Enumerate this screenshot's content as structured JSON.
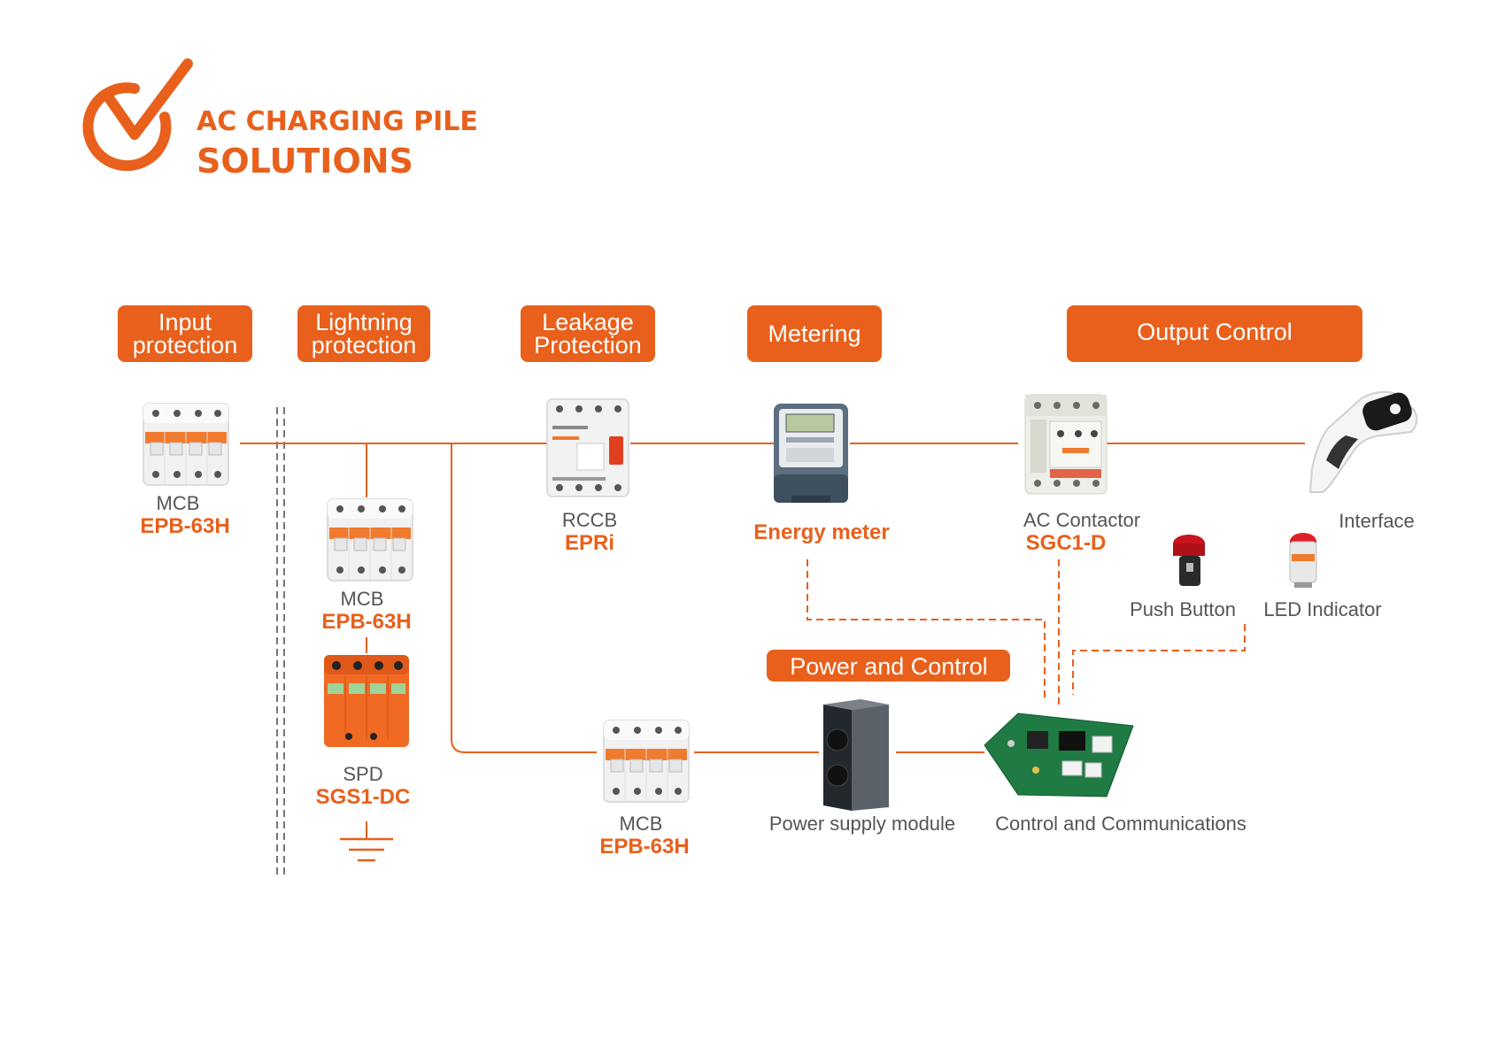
{
  "header": {
    "title_line1": "AC CHARGING PILE",
    "title_line2": "SOLUTIONS",
    "logo_icon": "check-mark-logo-icon"
  },
  "colors": {
    "accent": "#e8601c",
    "line": "#e8601c",
    "dashed": "#e8601c",
    "divider": "#777777",
    "text_gray": "#555555"
  },
  "categories": {
    "input_protection": [
      "Input",
      "protection"
    ],
    "lightning_protection": [
      "Lightning",
      "protection"
    ],
    "leakage_protection": [
      "Leakage",
      "Protection"
    ],
    "metering": "Metering",
    "output_control": "Output Control",
    "power_and_control": "Power and Control"
  },
  "components": {
    "mcb_input": {
      "type": "MCB",
      "model": "EPB-63H",
      "icon": "mcb-breaker-icon"
    },
    "mcb_lightning": {
      "type": "MCB",
      "model": "EPB-63H",
      "icon": "mcb-breaker-icon"
    },
    "spd": {
      "type": "SPD",
      "model": "SGS1-DC",
      "icon": "spd-surge-protector-icon"
    },
    "rccb": {
      "type": "RCCB",
      "model": "EPRi",
      "icon": "rccb-icon"
    },
    "energy_meter": {
      "model": "Energy meter",
      "icon": "energy-meter-icon"
    },
    "ac_contactor": {
      "type": "AC Contactor",
      "model": "SGC1-D",
      "icon": "ac-contactor-icon"
    },
    "interface": {
      "type": "Interface",
      "icon": "charging-plug-icon"
    },
    "push_button": {
      "type": "Push Button",
      "icon": "emergency-push-button-icon"
    },
    "led_indicator": {
      "type": "LED Indicator",
      "icon": "led-indicator-icon"
    },
    "mcb_power": {
      "type": "MCB",
      "model": "EPB-63H",
      "icon": "mcb-breaker-icon"
    },
    "power_supply": {
      "type": "Power supply module",
      "icon": "power-supply-module-icon"
    },
    "control_board": {
      "type": "Control and Communications",
      "icon": "control-board-icon"
    }
  }
}
